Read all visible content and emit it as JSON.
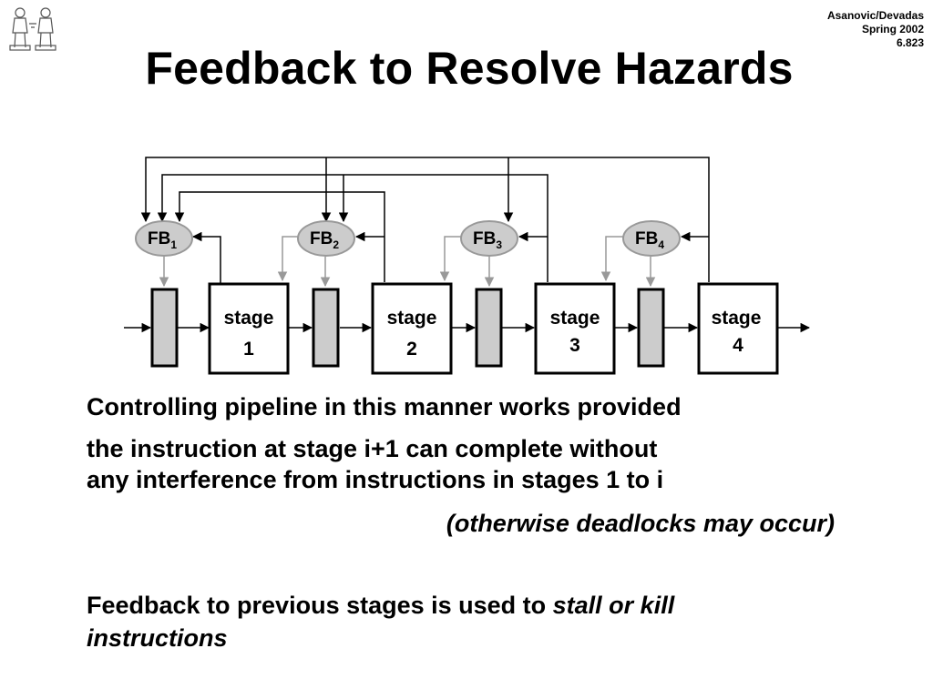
{
  "header": {
    "authors": "Asanovic/Devadas",
    "term": "Spring 2002",
    "course": "6.823"
  },
  "title": "Feedback to Resolve Hazards",
  "diagram": {
    "fb_prefix": "FB",
    "feedback_blocks": [
      "1",
      "2",
      "3",
      "4"
    ],
    "stage_label": "stage",
    "stages": [
      "1",
      "2",
      "3",
      "4"
    ],
    "colors": {
      "fb_fill": "#cccccc",
      "latch_fill": "#cccccc",
      "line": "#000000",
      "control_line": "#999999"
    }
  },
  "body": {
    "line1": "Controlling pipeline in this manner works provided",
    "line2": "the instruction at stage i+1 can complete without",
    "line3": "any interference from instructions in stages 1 to i",
    "line4": "(otherwise deadlocks may occur)",
    "line5_normal": "Feedback to previous stages is used to ",
    "line5_italic": "stall or kill",
    "line6": "instructions"
  }
}
